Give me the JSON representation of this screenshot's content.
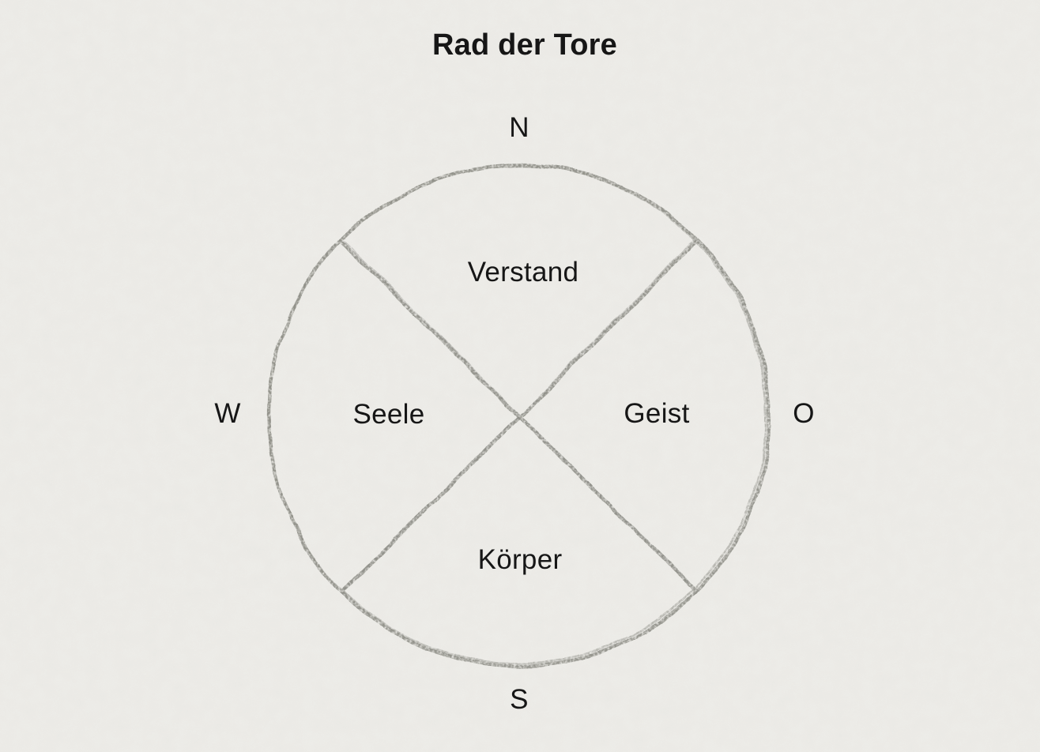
{
  "title": "Rad der Tore",
  "colors": {
    "background": "#eeede9",
    "sketch_stroke": "#8e8e87",
    "text": "#161616"
  },
  "wheel": {
    "directions": {
      "north": "N",
      "east": "O",
      "south": "S",
      "west": "W"
    },
    "quadrants": {
      "north": "Verstand",
      "east": "Geist",
      "south": "Körper",
      "west": "Seele"
    }
  }
}
